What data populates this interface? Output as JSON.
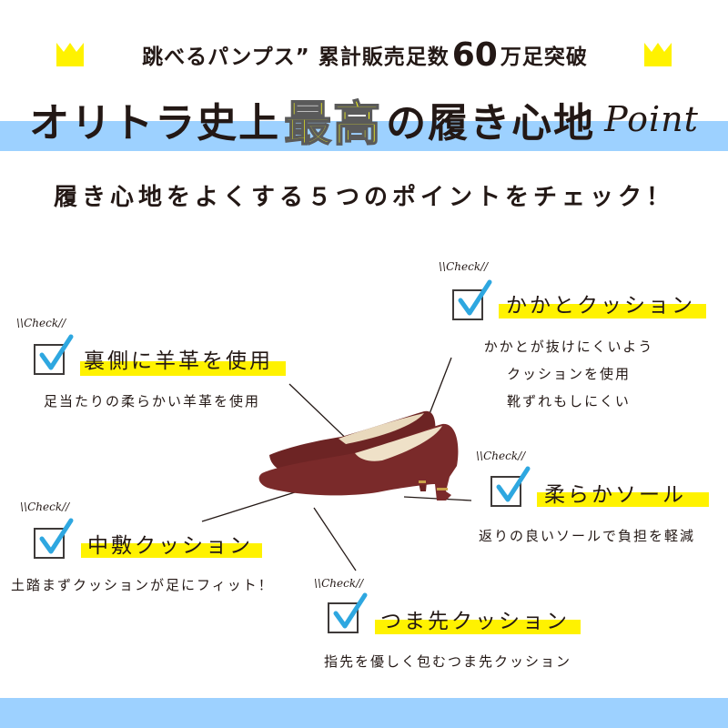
{
  "header": {
    "tagline_pre": "跳べるパンプス” 累計販売足数",
    "tagline_number": "60",
    "tagline_post": "万足突破",
    "crown_icon": "crown-icon",
    "headline_pre": "オリトラ史上",
    "headline_highlight": "最高",
    "headline_post": "の履き心地",
    "headline_script": "Point"
  },
  "subheading": "履き心地をよくする５つのポイントをチェック！",
  "check_label": "\\\\Check//",
  "colors": {
    "band_blue": "#9dd1ff",
    "highlight_yellow": "#fff200",
    "check_blue": "#2ea7e0",
    "shoe_burgundy": "#7a2a2a",
    "text": "#231815"
  },
  "features": [
    {
      "id": "lining",
      "title": "裏側に羊革を使用",
      "description": [
        "足当たりの柔らかい羊革を使用"
      ]
    },
    {
      "id": "heel-cushion",
      "title": "かかとクッション",
      "description": [
        "かかとが抜けにくいよう",
        "クッションを使用",
        "靴ずれもしにくい"
      ]
    },
    {
      "id": "soft-sole",
      "title": "柔らかソール",
      "description": [
        "返りの良いソールで負担を軽減"
      ]
    },
    {
      "id": "insole-cushion",
      "title": "中敷クッション",
      "description": [
        "土踏まずクッションが足にフィット！"
      ]
    },
    {
      "id": "toe-cushion",
      "title": "つま先クッション",
      "description": [
        "指先を優しく包むつま先クッション"
      ]
    }
  ],
  "product_image": {
    "label": "burgundy suede pointed-toe kitten-heel pumps"
  }
}
